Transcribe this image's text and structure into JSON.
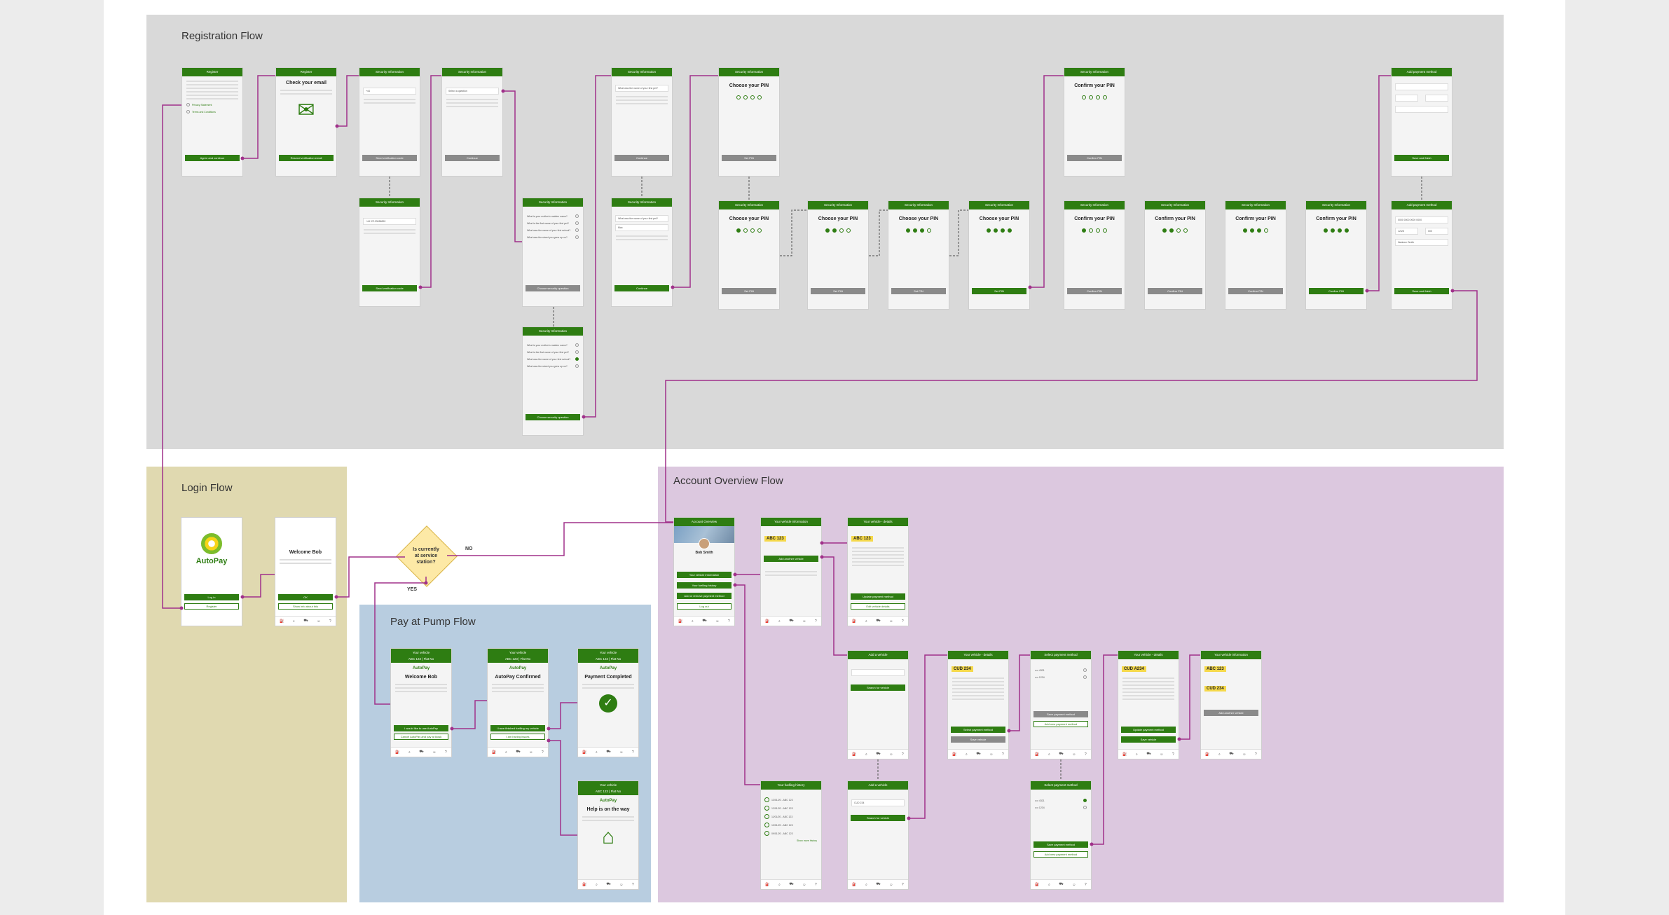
{
  "colors": {
    "accent": "#2e7d12",
    "link": "#a0318a",
    "registration_bg": "#d9d9d9",
    "login_bg": "#e0d9b0",
    "pump_bg": "#b8cde0",
    "account_bg": "#dcc8df",
    "decision_fill": "#fde9a6"
  },
  "flows": {
    "registration": "Registration Flow",
    "login": "Login Flow",
    "pump": "Pay at Pump Flow",
    "account": "Account Overview Flow"
  },
  "decision": {
    "text": [
      "Is currently",
      "at service",
      "station?"
    ],
    "no": "NO",
    "yes": "YES"
  },
  "screens": {
    "register_terms": {
      "title": "Register",
      "button": "Agree and continue",
      "links": [
        "Privacy Statement",
        "Terms and Conditions"
      ]
    },
    "register_email": {
      "title": "Register",
      "heading": "Check your email",
      "button": "Resend verification email"
    },
    "sec_mobile_1": {
      "title": "Security Information",
      "field": "+44",
      "button": "Send verification code"
    },
    "sec_mobile_2": {
      "title": "Security Information",
      "field": "+44   07123456890",
      "button": "Send verification code"
    },
    "sec_code": {
      "title": "Security Information",
      "field": "Select a question",
      "button": "Continue"
    },
    "sec_q_1": {
      "title": "Security Information",
      "options": [
        "What is your mother's maiden name?",
        "What is the first name of your first pet?",
        "What was the name of your first school?",
        "What was the street you grew up on?"
      ],
      "button": "Choose security question"
    },
    "sec_q_2": {
      "title": "Security Information",
      "options": [
        "What is your mother's maiden name?",
        "What is the first name of your first pet?",
        "What was the name of your first school?",
        "What was the street you grew up on?"
      ],
      "button": "Choose security question"
    },
    "sec_answer_1": {
      "title": "Security Information",
      "field": "What was the name of your first pet?",
      "button": "Continue"
    },
    "sec_answer_2": {
      "title": "Security Information",
      "field": "What was the name of your first pet?",
      "field2": "Max",
      "button": "Continue"
    },
    "pin_0": {
      "title": "Security Information",
      "heading": "Choose your PIN",
      "button": "Set PIN"
    },
    "pin_1": {
      "title": "Security Information",
      "heading": "Choose your PIN",
      "button": "Set PIN"
    },
    "pin_2": {
      "title": "Security Information",
      "heading": "Choose your PIN",
      "button": "Set PIN"
    },
    "pin_3": {
      "title": "Security Information",
      "heading": "Choose your PIN",
      "button": "Set PIN"
    },
    "pin_4": {
      "title": "Security Information",
      "heading": "Choose your PIN",
      "button": "Set PIN"
    },
    "cpin_0": {
      "title": "Security Information",
      "heading": "Confirm your PIN",
      "button": "Confirm PIN"
    },
    "cpin_1": {
      "title": "Security Information",
      "heading": "Confirm your PIN",
      "button": "Confirm PIN"
    },
    "cpin_2": {
      "title": "Security Information",
      "heading": "Confirm your PIN",
      "button": "Confirm PIN"
    },
    "cpin_3": {
      "title": "Security Information",
      "heading": "Confirm your PIN",
      "button": "Confirm PIN"
    },
    "cpin_4": {
      "title": "Security Information",
      "heading": "Confirm your PIN",
      "button": "Confirm PIN"
    },
    "pay_1": {
      "title": "Add payment method",
      "button": "Save and finish"
    },
    "pay_2": {
      "title": "Add payment method",
      "fields": [
        "0000 0000 0000 0000",
        "12/28",
        "000",
        "Nadeem Smith"
      ],
      "button": "Save and finish"
    },
    "login_splash": {
      "logo": "AutoPay",
      "login": "Log in",
      "register": "Register"
    },
    "login_welcome": {
      "heading": "Welcome Bob",
      "ok": "OK",
      "more": "Show info about this"
    },
    "pump_welcome": {
      "title": "Your vehicle",
      "plate": "ABC 123 | Flat No",
      "logo": "AutoPay",
      "heading": "Welcome Bob",
      "button1": "I would like to use AutoPay",
      "button2": "Cancel AutoPay and pay at kiosk"
    },
    "pump_confirmed": {
      "title": "Your vehicle",
      "plate": "ABC 123 | Flat No",
      "logo": "AutoPay",
      "heading": "AutoPay Confirmed",
      "button1": "I have finished fuelling my vehicle",
      "button2": "I am having issues"
    },
    "pump_completed": {
      "title": "Your vehicle",
      "plate": "ABC 123 | Flat No",
      "logo": "AutoPay",
      "heading": "Payment Completed"
    },
    "pump_help": {
      "title": "Your vehicle",
      "plate": "ABC 123 | Flat No",
      "logo": "AutoPay",
      "heading": "Help is on the way"
    },
    "acc_overview": {
      "title": "Account Overview",
      "name": "Bob Smith",
      "buttons": [
        "Your vehicle information",
        "Your fuelling history",
        "Add or remove payment method",
        "Log out"
      ]
    },
    "acc_vehicle_info": {
      "title": "Your vehicle information",
      "plate": "ABC 123",
      "button": "Add another vehicle"
    },
    "acc_vehicle_details": {
      "title": "Your vehicle - details",
      "plate": "ABC 123",
      "buttons": [
        "Update payment method",
        "Edit vehicle details"
      ]
    },
    "acc_add_vehicle_1": {
      "title": "Add a vehicle",
      "button": "Search for vehicle"
    },
    "acc_add_vehicle_2": {
      "title": "Add a vehicle",
      "field": "CUD 234",
      "button": "Search for vehicle"
    },
    "acc_new_vehicle_1": {
      "title": "Your vehicle - details",
      "plate": "CUD 234",
      "buttons": [
        "Select payment method",
        "Save vehicle"
      ]
    },
    "acc_select_pay_1": {
      "title": "Select payment method",
      "buttons": [
        "Save payment method",
        "Add new payment method"
      ]
    },
    "acc_select_pay_2": {
      "title": "Select payment method",
      "buttons": [
        "Save payment method",
        "Add new payment method"
      ]
    },
    "acc_new_vehicle_2": {
      "title": "Your vehicle - details",
      "plate": "CUD A234",
      "buttons": [
        "Update payment method",
        "Save vehicle"
      ]
    },
    "acc_vehicle_list": {
      "title": "Your vehicle information",
      "plates": [
        "ABC 123",
        "CUD 234"
      ],
      "button": "Add another vehicle"
    },
    "acc_history": {
      "title": "Your fuelling history",
      "items": [
        "13/01/20 - ABC 123",
        "12/01/20 - ABC 123",
        "11/01/20 - ABC 123",
        "10/01/20 - ABC 123",
        "09/01/20 - ABC 123"
      ],
      "more": "Show more history"
    }
  }
}
